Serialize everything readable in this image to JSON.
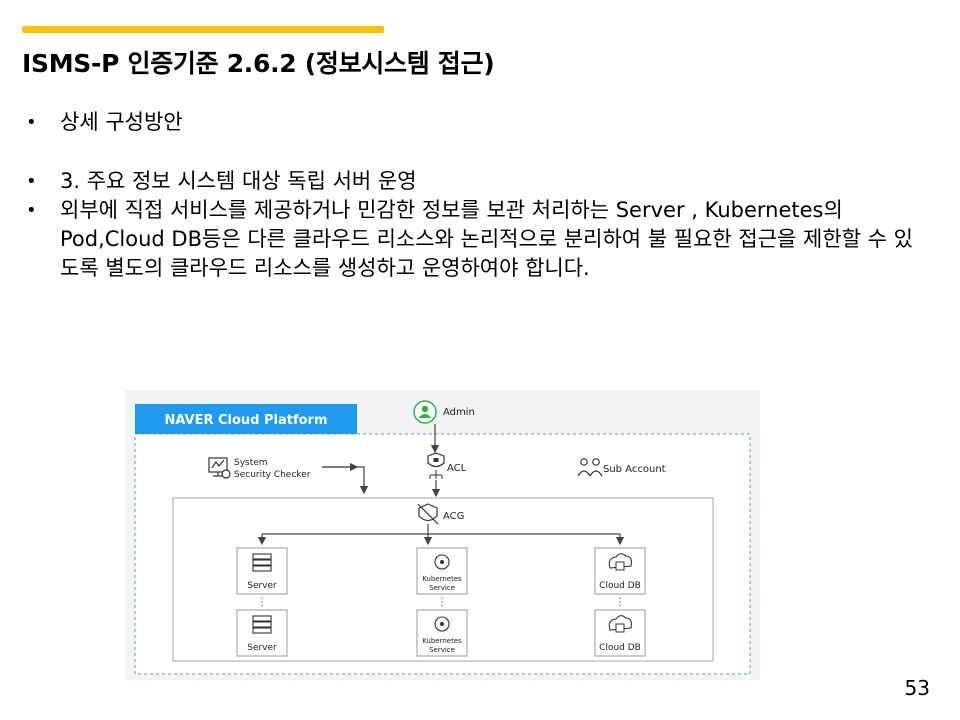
{
  "slide": {
    "title": "ISMS-P 인증기준 2.6.2 (정보시스템 접근)",
    "page_number": "53",
    "accent_color": "#FFC000",
    "bullets": [
      {
        "text": "상세 구성방안"
      },
      {
        "text": "3. 주요 정보 시스템 대상 독립 서버 운영"
      },
      {
        "text": "외부에 직접 서비스를 제공하거나 민감한 정보를 보관 처리하는 Server , Kubernetes의 Pod,Cloud DB등은 다른 클라우드 리소스와 논리적으로 분리하여 불 필요한 접근을 제한할 수 있도록 별도의 클라우드 리소스를 생성하고 운영하여야 합니다."
      }
    ]
  },
  "diagram": {
    "platform_label": "NAVER Cloud Platform",
    "platform_color": "#1E9BF0",
    "admin": "Admin",
    "acl": "ACL",
    "sub_account": "Sub Account",
    "checker_line1": "System",
    "checker_line2": "Security Checker",
    "acg": "ACG",
    "server": "Server",
    "k8s_line1": "Kubernetes",
    "k8s_line2": "Service",
    "cloud_db": "Cloud DB",
    "ellipsis": "⋮"
  }
}
